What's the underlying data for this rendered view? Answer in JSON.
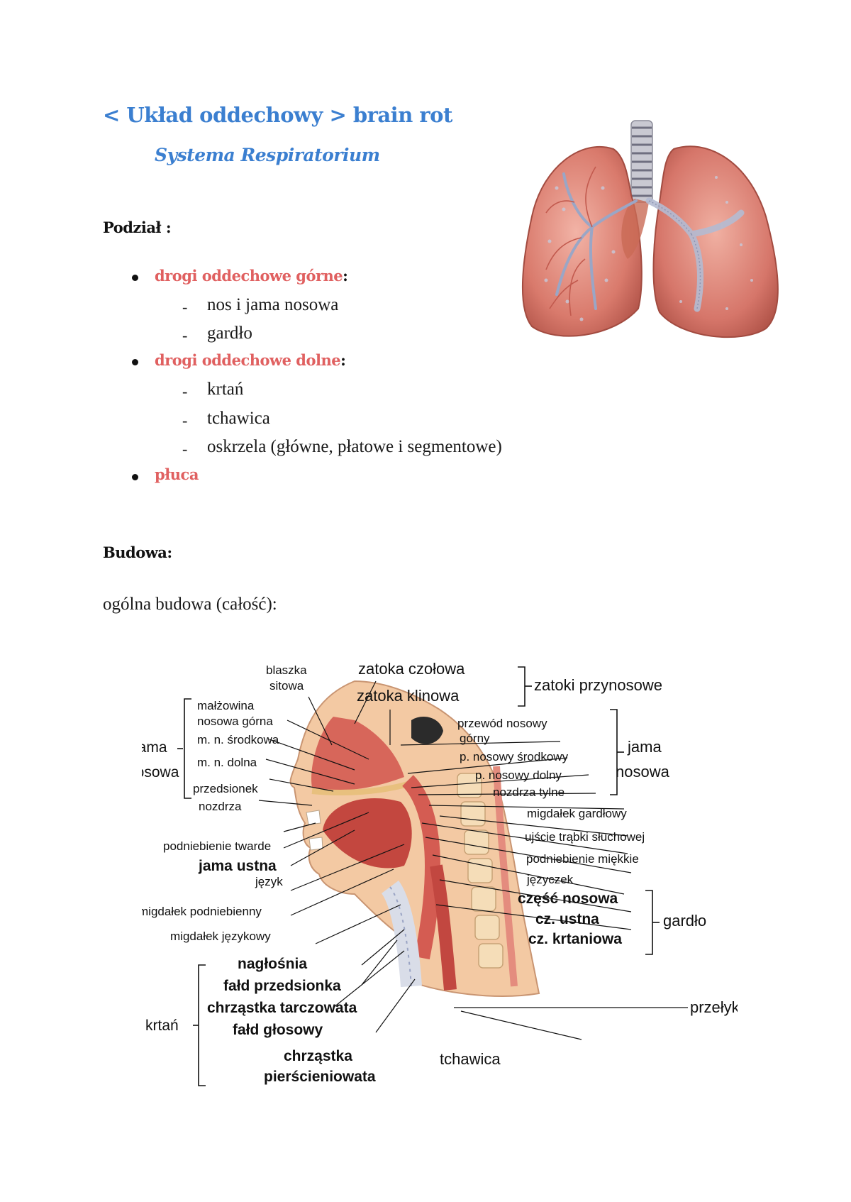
{
  "title": "< Układ oddechowy > brain rot",
  "subtitle": "Systema Respiratorium",
  "division": {
    "heading": "Podział :",
    "groups": [
      {
        "label": "drogi oddechowe górne",
        "suffix": ":",
        "items": [
          "nos i jama nosowa",
          "gardło"
        ]
      },
      {
        "label": "drogi oddechowe dolne",
        "suffix": ":",
        "items": [
          "krtań",
          "tchawica",
          "oskrzela (główne, płatowe i segmentowe)"
        ]
      },
      {
        "label": "płuca",
        "suffix": "",
        "items": []
      }
    ]
  },
  "structure": {
    "heading": "Budowa:",
    "general": "ogólna budowa (całość):"
  },
  "diagram": {
    "left_labels": {
      "blaszka": "blaszka",
      "sitowa": "sitowa",
      "malzowina": "małżowina",
      "nosowa_gorna": "nosowa górna",
      "mn_srodkowa": "m. n. środkowa",
      "mn_dolna": "m. n. dolna",
      "przedsionek": "przedsionek",
      "nozdrza": "nozdrza",
      "jama": "jama",
      "nosowa": "nosowa",
      "podniebienie_twarde": "podniebienie twarde",
      "jama_ustna": "jama ustna",
      "jezyk": "język",
      "migdalek_podniebienny": "migdałek podniebienny",
      "migdalek_jezykowy": "migdałek językowy",
      "naglosnia": "nagłośnia",
      "fald_przedsionka": "fałd przedsionka",
      "chrzastka_tarczowata": "chrząstka tarczowata",
      "fald_glosowy": "fałd głosowy",
      "chrzastka": "chrząstka",
      "pierscieniowata": "pierścieniowata",
      "krtan": "krtań"
    },
    "right_labels": {
      "zatoka_czolowa": "zatoka czołowa",
      "zatoka_klinowa": "zatoka klinowa",
      "zatoki_przynosowe": "zatoki przynosowe",
      "przewod_nosowy": "przewód nosowy",
      "gorny": "górny",
      "p_nosowy_srodkowy": "p. nosowy środkowy",
      "p_nosowy_dolny": "p. nosowy dolny",
      "nozdrza_tylne": "nozdrza tylne",
      "jama": "jama",
      "nosowa": "nosowa",
      "migdalek_gardlowy": "migdałek gardłowy",
      "ujscie": "ujście trąbki słuchowej",
      "podniebienie_miekkie": "podniebienie miękkie",
      "jezyczek": "języczek",
      "czesc_nosowa": "część nosowa",
      "cz_ustna": "cz. ustna",
      "cz_krtaniowa": "cz. krtaniowa",
      "gardlo": "gardło",
      "przelyk": "przełyk",
      "tchawica": "tchawica"
    }
  }
}
